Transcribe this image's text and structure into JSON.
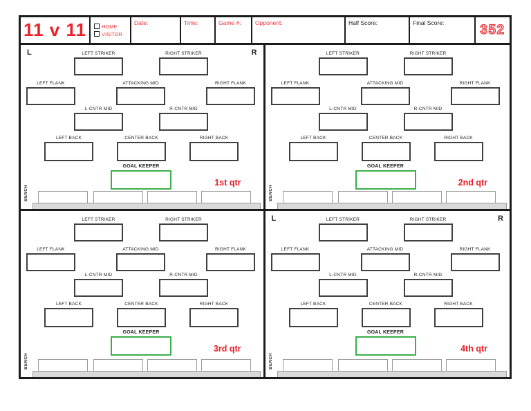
{
  "header": {
    "title": "11 v 11",
    "home_label": "HOME",
    "visitor_label": "VISITOR",
    "date_label": "Date:",
    "time_label": "Time:",
    "game_label": "Game #:",
    "opponent_label": "Opponent:",
    "half_score_label": "Half Score:",
    "final_score_label": "Final Score:",
    "sheet_number": "352"
  },
  "field": {
    "left_marker": "L",
    "right_marker": "R",
    "positions": {
      "left_striker": "LEFT STRIKER",
      "right_striker": "RIGHT STRIKER",
      "left_flank": "LEFT FLANK",
      "attacking_mid": "ATTACKING MID",
      "right_flank": "RIGHT FLANK",
      "l_cntr_mid": "L-CNTR MID",
      "r_cntr_mid": "R-CNTR MID",
      "left_back": "LEFT BACK",
      "center_back": "CENTER BACK",
      "right_back": "RIGHT BACK",
      "goal_keeper": "GOAL KEEPER",
      "bench": "BENCH"
    }
  },
  "quadrants": [
    {
      "quarter_label": "1st qtr",
      "show_side_markers": true
    },
    {
      "quarter_label": "2nd qtr",
      "show_side_markers": false
    },
    {
      "quarter_label": "3rd qtr",
      "show_side_markers": false
    },
    {
      "quarter_label": "4th qtr",
      "show_side_markers": true
    }
  ],
  "colors": {
    "accent_red": "#ed1c24",
    "goalkeeper_green": "#3cae49",
    "border_black": "#1b1b1b",
    "bench_gray": "#d9d9d9"
  }
}
